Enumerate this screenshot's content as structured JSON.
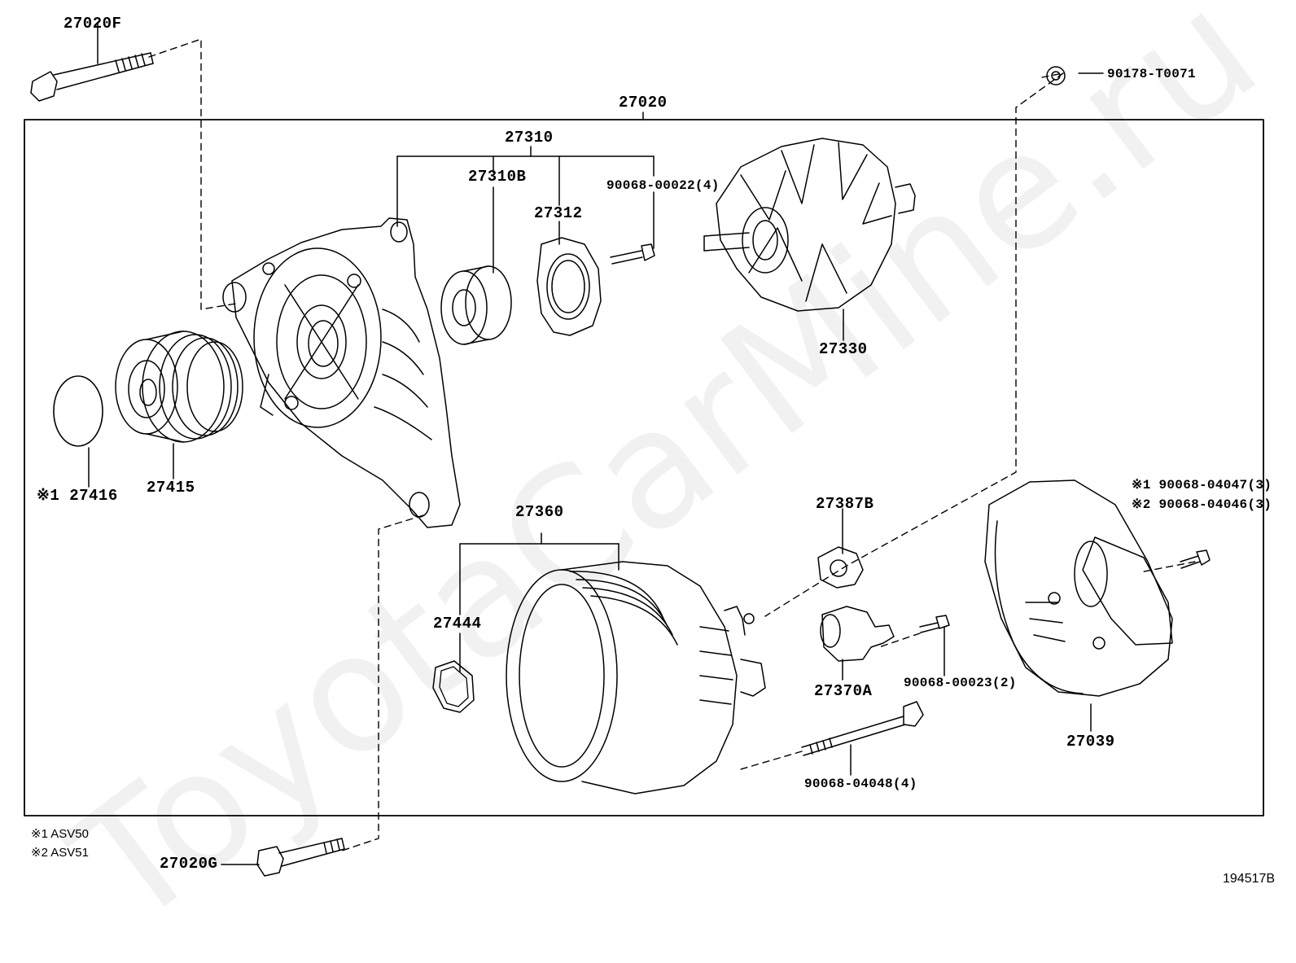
{
  "watermark": "ToyotaCarMine.ru",
  "labels": {
    "p27020F": "27020F",
    "p27020": "27020",
    "p90178": "90178-T0071",
    "p27310": "27310",
    "p27310B": "27310B",
    "p27312": "27312",
    "p90068_00022": "90068-00022(4)",
    "p27330": "27330",
    "p27416": "※1 27416",
    "p27415": "27415",
    "p27360": "27360",
    "p27387B": "27387B",
    "p90068_04047": "※1 90068-04047(3)",
    "p90068_04046": "※2 90068-04046(3)",
    "p27444": "27444",
    "p90068_00023": "90068-00023(2)",
    "p27370A": "27370A",
    "p27039": "27039",
    "p90068_04048": "90068-04048(4)",
    "p27020G": "27020G"
  },
  "notes": {
    "n1": "※1 ASV50",
    "n2": "※2 ASV51"
  },
  "diagram_id": "194517B"
}
